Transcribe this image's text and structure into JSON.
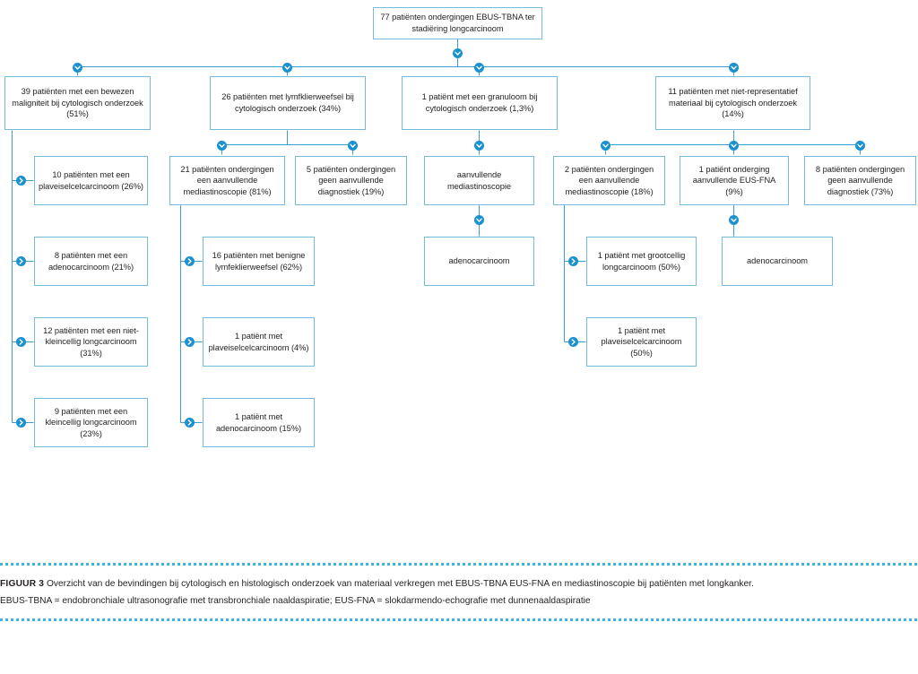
{
  "figure": {
    "label": "FIGUUR 3",
    "caption": "Overzicht van de bevindingen bij cytologisch en histologisch onderzoek van materiaal verkregen met EBUS-TBNA EUS-FNA en mediastinoscopie bij patiënten met longkanker.",
    "legend": "EBUS-TBNA = endobronchiale ultrasonografie met transbronchiale naaldaspiratie; EUS-FNA = slokdarmendo-echografie met dunnenaaldaspiratie"
  },
  "colors": {
    "box_border": "#74bcdd",
    "connector": "#3a9fd0",
    "badge": "#1b91d0",
    "rule": "#3cb3e0",
    "text": "#231f20",
    "background": "#ffffff"
  },
  "chart_data": {
    "type": "diagram",
    "title": "Overzicht van de bevindingen bij cytologisch en histologisch onderzoek",
    "root": {
      "id": "root",
      "text": "77 patiënten  ondergingen EBUS-TBNA ter stadiëring longcarcinoom",
      "count": 77
    },
    "nodes": [
      {
        "id": "n1",
        "text": "39 patiënten met een bewezen maligniteit bij cytologisch onderzoek (51%)",
        "count": 39,
        "percent": "51%"
      },
      {
        "id": "n2",
        "text": "26 patiënten met lymfklierweefsel bij cytologisch onderzoek (34%)",
        "count": 26,
        "percent": "34%"
      },
      {
        "id": "n3",
        "text": "1 patiënt met een granuloom bij cytologisch onderzoek (1,3%)",
        "count": 1,
        "percent": "1,3%"
      },
      {
        "id": "n4",
        "text": "11 patiënten met niet-representatief materiaal bij cytologisch onderzoek (14%)",
        "count": 11,
        "percent": "14%"
      },
      {
        "id": "n1a",
        "text": "10 patiënten met een plaveiselcelcarcinoom (26%)",
        "count": 10,
        "percent": "26%"
      },
      {
        "id": "n1b",
        "text": "8 patiënten met een adenocarcinoom (21%)",
        "count": 8,
        "percent": "21%"
      },
      {
        "id": "n1c",
        "text": "12 patiënten met een niet-kleincellig longcarcinoom (31%)",
        "count": 12,
        "percent": "31%"
      },
      {
        "id": "n1d",
        "text": "9 patiënten met een kleincellig longcarcinoom (23%)",
        "count": 9,
        "percent": "23%"
      },
      {
        "id": "n2a",
        "text": "21 patiënten ondergingen een aanvullende mediastinoscopie (81%)",
        "count": 21,
        "percent": "81%"
      },
      {
        "id": "n2b",
        "text": "5 patiënten ondergingen geen aanvullende diagnostiek (19%)",
        "count": 5,
        "percent": "19%"
      },
      {
        "id": "n2a1",
        "text": "16 patiënten met benigne lymfeklierweefsel (62%)",
        "count": 16,
        "percent": "62%"
      },
      {
        "id": "n2a2",
        "text": "1 patiënt met plaveiselcelcarcinoom (4%)",
        "count": 1,
        "percent": "4%"
      },
      {
        "id": "n2a3",
        "text": "1 patiënt met adenocarcinoom (15%)",
        "count": 1,
        "percent": "15%"
      },
      {
        "id": "n3a",
        "text": "aanvullende mediastinoscopie"
      },
      {
        "id": "n3a1",
        "text": "adenocarcinoom"
      },
      {
        "id": "n4a",
        "text": "2 patiënten ondergingen een aanvullende mediastinoscopie (18%)",
        "count": 2,
        "percent": "18%"
      },
      {
        "id": "n4b",
        "text": "1 patiënt onderging aanvullende EUS-FNA (9%)",
        "count": 1,
        "percent": "9%"
      },
      {
        "id": "n4c",
        "text": "8 patiënten ondergingen geen aanvullende diagnostiek (73%)",
        "count": 8,
        "percent": "73%"
      },
      {
        "id": "n4a1",
        "text": "1 patiënt met grootcellig longcarcinoom (50%)",
        "count": 1,
        "percent": "50%"
      },
      {
        "id": "n4a2",
        "text": "1 patiënt met plaveiselcelcarcinoom (50%)",
        "count": 1,
        "percent": "50%"
      },
      {
        "id": "n4b1",
        "text": "adenocarcinoom"
      }
    ],
    "edges": [
      [
        "root",
        "n1"
      ],
      [
        "root",
        "n2"
      ],
      [
        "root",
        "n3"
      ],
      [
        "root",
        "n4"
      ],
      [
        "n1",
        "n1a"
      ],
      [
        "n1",
        "n1b"
      ],
      [
        "n1",
        "n1c"
      ],
      [
        "n1",
        "n1d"
      ],
      [
        "n2",
        "n2a"
      ],
      [
        "n2",
        "n2b"
      ],
      [
        "n2a",
        "n2a1"
      ],
      [
        "n2a",
        "n2a2"
      ],
      [
        "n2a",
        "n2a3"
      ],
      [
        "n3",
        "n3a"
      ],
      [
        "n3a",
        "n3a1"
      ],
      [
        "n4",
        "n4a"
      ],
      [
        "n4",
        "n4b"
      ],
      [
        "n4",
        "n4c"
      ],
      [
        "n4a",
        "n4a1"
      ],
      [
        "n4a",
        "n4a2"
      ],
      [
        "n4b",
        "n4b1"
      ]
    ]
  }
}
